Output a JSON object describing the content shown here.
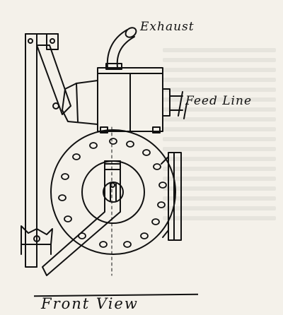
{
  "labels": {
    "exhaust": "Exhaust",
    "feed_line": "Feed Line",
    "view_title": "Front View"
  },
  "colors": {
    "ink": "#111111",
    "paper": "#f4f1ea"
  }
}
